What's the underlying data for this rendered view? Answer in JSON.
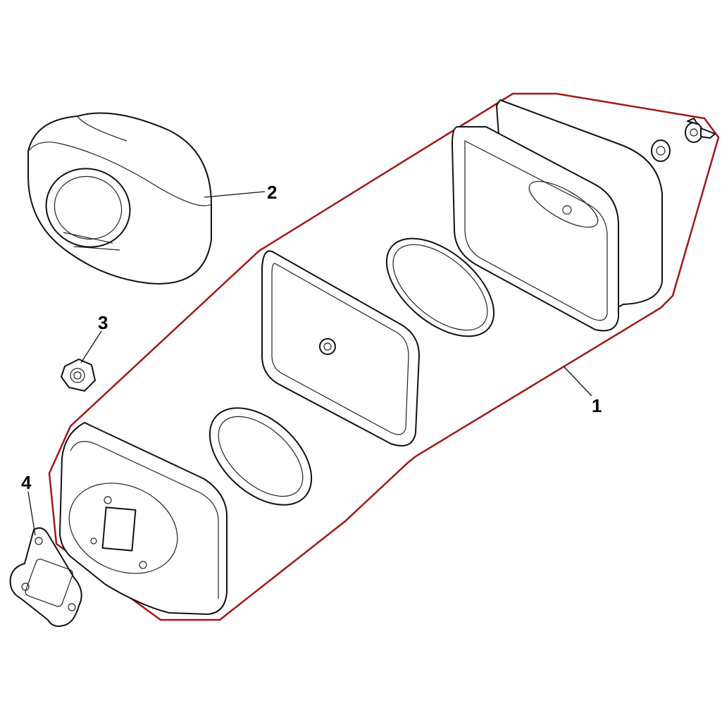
{
  "diagram": {
    "type": "exploded-parts-view",
    "group_outline_color": "#a01818",
    "callouts": [
      {
        "id": "1",
        "label": "1",
        "part": "air-cleaner-assembly"
      },
      {
        "id": "2",
        "label": "2",
        "part": "filter-element"
      },
      {
        "id": "3",
        "label": "3",
        "part": "nut"
      },
      {
        "id": "4",
        "label": "4",
        "part": "gasket"
      }
    ]
  }
}
